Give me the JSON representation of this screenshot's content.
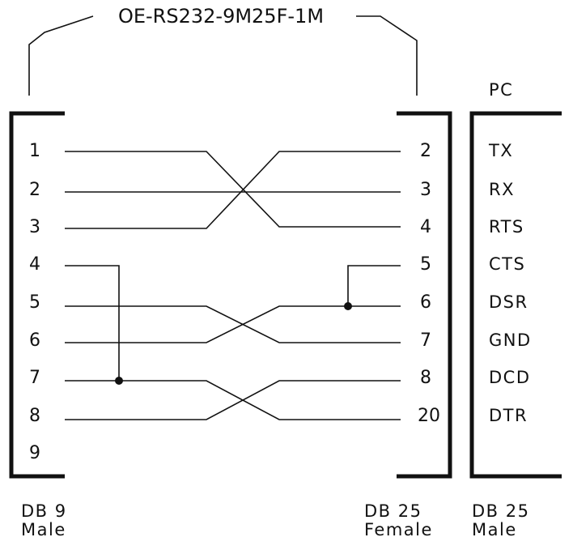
{
  "title": "OE-RS232-9M25F-1M",
  "pc_label": "PC",
  "db9_pins": [
    "1",
    "2",
    "3",
    "4",
    "5",
    "6",
    "7",
    "8",
    "9"
  ],
  "db25_pins": [
    "2",
    "3",
    "4",
    "5",
    "6",
    "7",
    "8",
    "20"
  ],
  "pc_signals": [
    "TX",
    "RX",
    "RTS",
    "CTS",
    "DSR",
    "GND",
    "DCD",
    "DTR"
  ],
  "footer": {
    "db9": {
      "line1": "DB 9",
      "line2": "Male"
    },
    "db25_female": {
      "line1": "DB 25",
      "line2": "Female"
    },
    "db25_male": {
      "line1": "DB 25",
      "line2": "Male"
    }
  },
  "colors": {
    "ink": "#111111",
    "background": "#ffffff"
  }
}
